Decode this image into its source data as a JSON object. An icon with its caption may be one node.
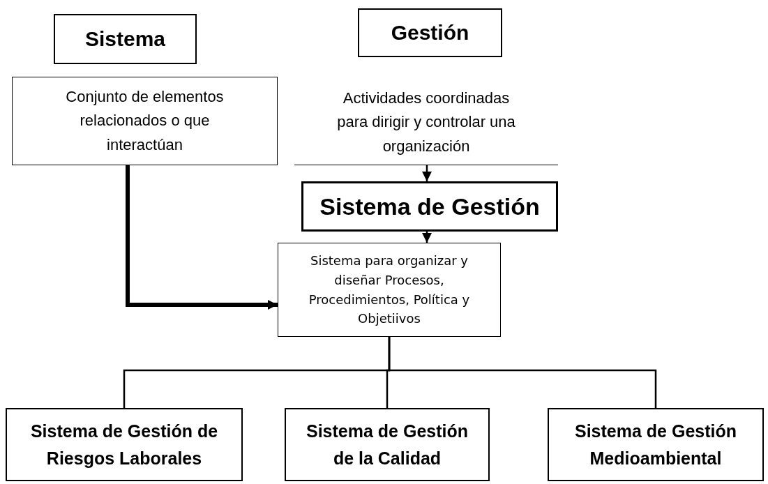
{
  "diagram": {
    "nodes": [
      {
        "text": [
          "Sistema"
        ]
      },
      {
        "text": [
          "Conjunto de elementos relacionados o que interactúan"
        ]
      },
      {
        "text": [
          "Gestión"
        ]
      },
      {
        "text": [
          "Actividades coordinadas para dirigir y controlar una organización"
        ]
      },
      {
        "text": [
          "Sistema de Gestión"
        ]
      },
      {
        "text": [
          "Sistema para organizar y diseñar Procesos, Procedimientos, Política y Objetiivos"
        ]
      },
      {
        "text": [
          "Sistema de Gestión de Riesgos Laborales"
        ]
      },
      {
        "text": [
          "Sistema de Gestión de la Calidad"
        ]
      },
      {
        "text": [
          "Sistema de Gestión Medioambiental"
        ]
      }
    ],
    "edges": [
      {
        "from": 1,
        "to": 5,
        "arrow": "to",
        "style": "thick"
      },
      {
        "from": 3,
        "to": 4,
        "arrow": "to"
      },
      {
        "from": 4,
        "to": 5,
        "arrow": "to"
      },
      {
        "from": 5,
        "to": 6,
        "arrow": "none"
      },
      {
        "from": 5,
        "to": 7,
        "arrow": "none"
      },
      {
        "from": 5,
        "to": 8,
        "arrow": "none"
      }
    ]
  }
}
